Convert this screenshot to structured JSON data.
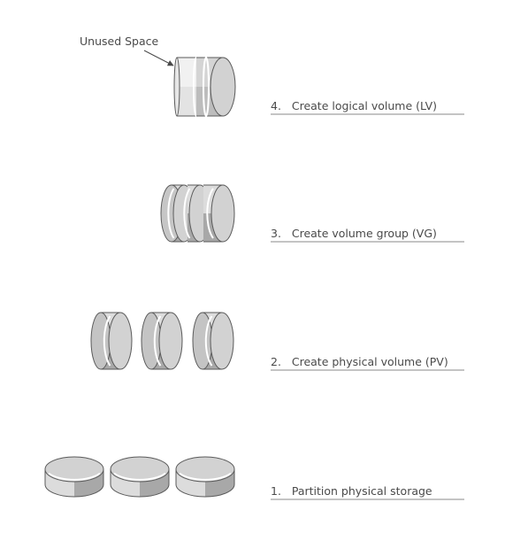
{
  "annotation": {
    "unused_space": "Unused Space"
  },
  "steps": [
    {
      "label": "4.   Create logical volume (LV)"
    },
    {
      "label": "3.   Create volume group (VG)"
    },
    {
      "label": "2.   Create physical volume (PV)"
    },
    {
      "label": "1.   Partition physical storage"
    }
  ],
  "colors": {
    "disk_light": "#dcdcdc",
    "disk_dark": "#a6a6a6",
    "disk_face": "#d2d2d2",
    "outline": "#5a5a5a",
    "underline": "#8a8a8a",
    "text": "#4a4a4a",
    "unused_light": "#efefef",
    "unused_dark": "#d8d8d8"
  }
}
